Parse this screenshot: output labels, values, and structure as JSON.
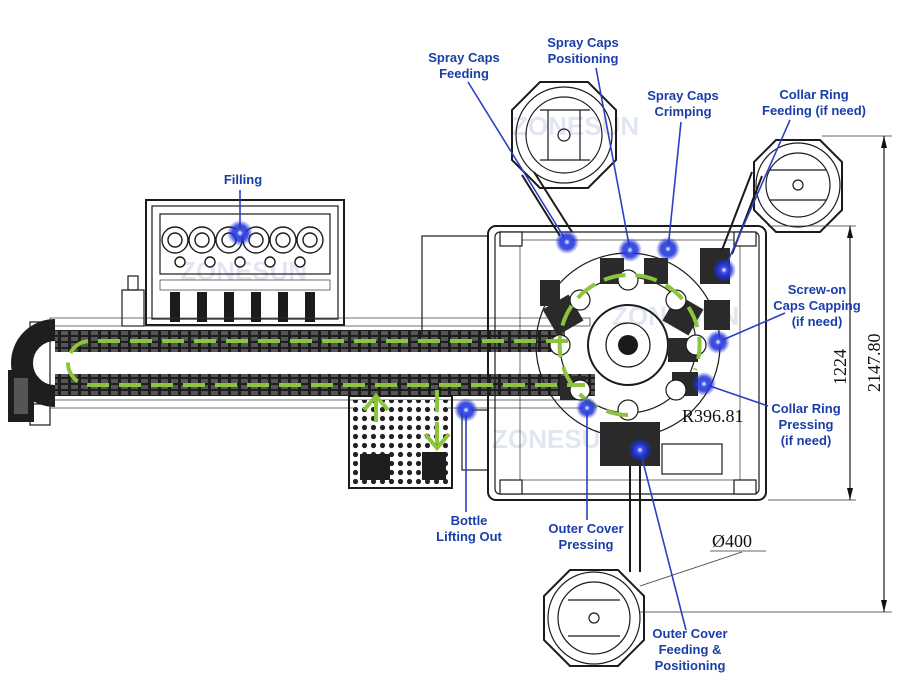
{
  "labels": {
    "filling": "Filling",
    "spray_caps_feeding_l1": "Spray Caps",
    "spray_caps_feeding_l2": "Feeding",
    "spray_caps_positioning_l1": "Spray Caps",
    "spray_caps_positioning_l2": "Positioning",
    "spray_caps_crimping_l1": "Spray Caps",
    "spray_caps_crimping_l2": "Crimping",
    "collar_ring_feeding_l1": "Collar Ring",
    "collar_ring_feeding_l2": "Feeding (if need)",
    "screw_on_l1": "Screw-on",
    "screw_on_l2": "Caps Capping",
    "screw_on_l3": "(if need)",
    "collar_ring_pressing_l1": "Collar Ring",
    "collar_ring_pressing_l2": "Pressing",
    "collar_ring_pressing_l3": "(if need)",
    "bottle_lifting_l1": "Bottle",
    "bottle_lifting_l2": "Lifting Out",
    "outer_cover_pressing_l1": "Outer Cover",
    "outer_cover_pressing_l2": "Pressing",
    "outer_cover_feeding_l1": "Outer Cover",
    "outer_cover_feeding_l2": "Feeding &",
    "outer_cover_feeding_l3": "Positioning"
  },
  "dimensions": {
    "overall": "2147.80",
    "inner": "1224",
    "turret_radius": "R396.81",
    "bowl_diameter": "Ø400"
  },
  "watermark": "ZONESUN",
  "colors": {
    "label": "#1a3da8",
    "leader": "#2c40c4",
    "flow": "#8cc43c",
    "marker_core": "#1d2fd6",
    "drawing": "#1b1b1b"
  }
}
